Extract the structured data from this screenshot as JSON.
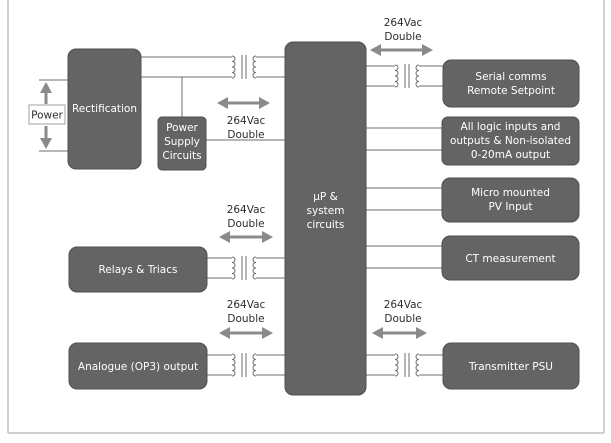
{
  "blocks": {
    "rectification": "Rectification",
    "power_supply": [
      "Power",
      "Supply",
      "Circuits"
    ],
    "micro": [
      "µP &",
      "system",
      "circuits"
    ],
    "serial": [
      "Serial comms",
      "Remote Setpoint"
    ],
    "logic": [
      "All logic inputs and",
      "outputs & Non-isolated",
      "0-20mA output"
    ],
    "pv_input": [
      "Micro mounted",
      "PV Input"
    ],
    "ct": "CT measurement",
    "relays": "Relays & Triacs",
    "analogue": "Analogue (OP3) output",
    "transmitter": "Transmitter PSU"
  },
  "power_label": "Power",
  "isolation": {
    "line1": "264Vac",
    "line2": "Double"
  },
  "colors": {
    "block_fill": "#646464",
    "line": "#6e6e6e",
    "arrow": "#8a8a8a",
    "frame": "#b4b4b4"
  }
}
